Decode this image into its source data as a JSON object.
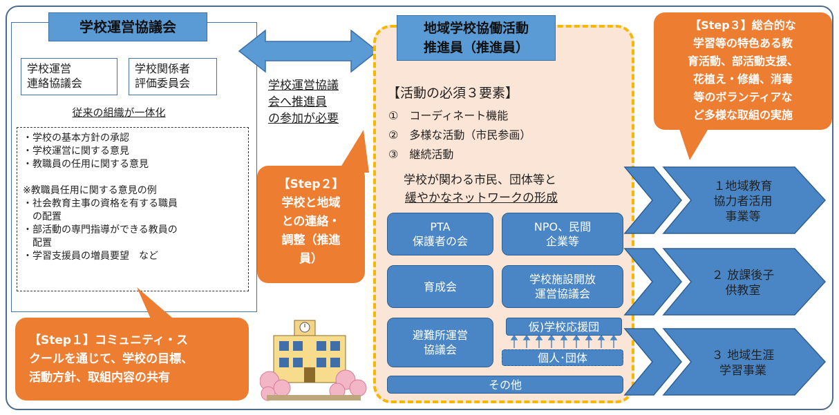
{
  "council": {
    "title": "学校運営協議会",
    "box_a": "学校運営\n連絡協議会",
    "box_b": "学校関係者\n評価委員会",
    "merged": "従来の組織が一体化",
    "details": "・学校の基本方針の承認\n・学校運営に関する意見\n・教職員の任用に関する意見\n\n※教職員任用に関する意見の例\n・社会教育主事の資格を有する職員\n　の配置\n・部活動の専門指導ができる教員の\n　配置\n・学習支援員の増員要望　など"
  },
  "link_text": "学校運営協議\n会へ推進員\nの参加が必要",
  "promoter": {
    "title": "地域学校協働活動\n推進員（推進員）",
    "elements_heading": "【活動の必須３要素】",
    "elements": [
      "①　コーディネート機能",
      "②　多様な活動（市民参画）",
      "③　継続活動"
    ],
    "network_line1": "学校が関わる市民、団体等と",
    "network_line2": "緩やかなネットワークの形成",
    "orgs": {
      "pta": "PTA\n保護者の会",
      "npo": "NPO、民間\n企業等",
      "ikusei": "育成会",
      "shisetsu": "学校施設開放\n運営協議会",
      "hinan": "避難所運営\n協議会",
      "ouen": "仮)学校応援団",
      "kojin": "個人･団体",
      "other": "その他"
    }
  },
  "steps": {
    "step1": "【Step１】コミュニティ・ス\nクールを通じて、学校の目標、\n活動方針、取組内容の共有",
    "step2": "【Step２】\n学校と地域\nとの連絡・\n調整（推進\n員）",
    "step3": "【Step３】総合的な\n学習等の特色ある教\n育活動、部活動支援、\n花植え・修繕、消毒\n等のボランティアな\nど多様な取組の実施"
  },
  "outcomes": [
    "１地域教育\n協力者活用\n事業等",
    "２ 放課後子\n供教室",
    "３ 地域生涯\n学習事業"
  ],
  "colors": {
    "blue": "#5b9bd5",
    "org_blue": "#4a86c5",
    "orange": "#ed7d31",
    "peach": "#fbe5d6",
    "yellow_dash": "#f5b800"
  }
}
